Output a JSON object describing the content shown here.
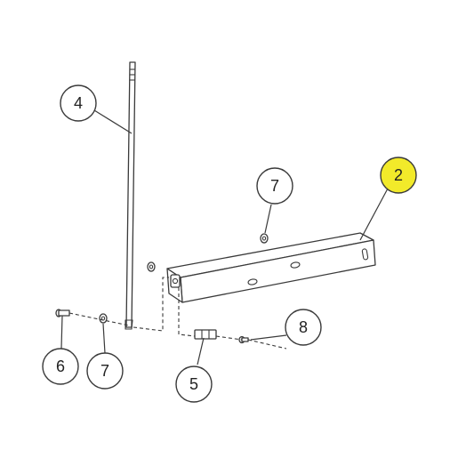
{
  "colors": {
    "callout_default": "#ffffff",
    "callout_highlight": "#f2ea2a",
    "line": "#3a3a3a"
  },
  "callouts": [
    {
      "id": "c4",
      "label": "4",
      "highlight": false
    },
    {
      "id": "c7a",
      "label": "7",
      "highlight": false
    },
    {
      "id": "c2",
      "label": "2",
      "highlight": true
    },
    {
      "id": "c8",
      "label": "8",
      "highlight": false
    },
    {
      "id": "c6",
      "label": "6",
      "highlight": false
    },
    {
      "id": "c7b",
      "label": "7",
      "highlight": false
    },
    {
      "id": "c5",
      "label": "5",
      "highlight": false
    }
  ]
}
